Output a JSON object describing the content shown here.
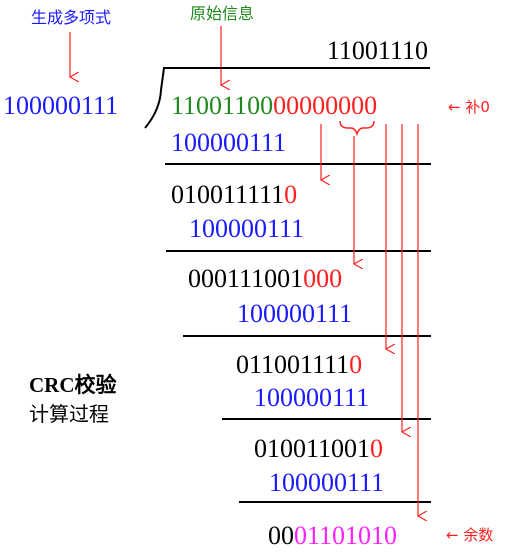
{
  "labels": {
    "generator_poly": "生成多项式",
    "original_info": "原始信息",
    "pad_zero": "← 补0",
    "remainder_label": "← 余数",
    "process_line1": "CRC校验",
    "process_line2": "计算过程"
  },
  "division": {
    "quotient": "11001110",
    "divisor": "100000111",
    "dividend_data": "11001100",
    "dividend_zeros": "00000000",
    "steps": [
      {
        "subtrahend": "100000111"
      },
      {
        "partial_black": "010011111",
        "partial_red": "0",
        "subtrahend": "100000111"
      },
      {
        "partial_black": "000111001",
        "partial_red": "000",
        "subtrahend": "100000111"
      },
      {
        "partial_black": "011001111",
        "partial_red": "0",
        "subtrahend": "100000111"
      },
      {
        "partial_black": "010011001",
        "partial_red": "0",
        "subtrahend": "100000111"
      }
    ],
    "remainder_prefix": "00",
    "remainder_value": "01101010"
  },
  "colors": {
    "blue": "#1a1aff",
    "green": "#1f8a1f",
    "red": "#ff1f1f",
    "magenta": "#ff1fff",
    "black": "#000000"
  }
}
